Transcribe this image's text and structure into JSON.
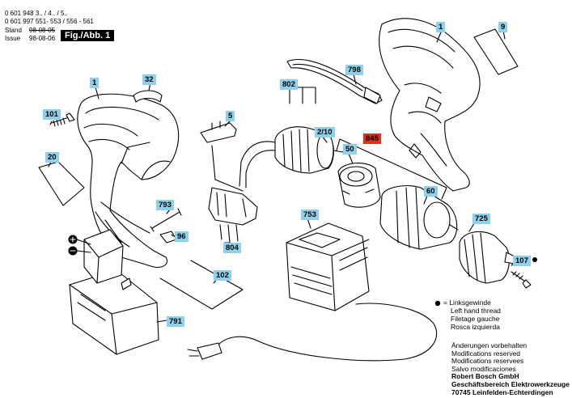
{
  "header": {
    "line1": "0 601 948 3.. / 4.. / 5..",
    "line2": "0 601 997 551- 553 / 556 - 561",
    "stand_label": "Stand",
    "stand_date": "98-08-05",
    "issue_label": "Issue",
    "issue_date": "98-08-06",
    "figure_label": "Fig./Abb. 1"
  },
  "callouts": {
    "c1_left": "1",
    "c1_right": "1",
    "c9": "9",
    "c32": "32",
    "c101": "101",
    "c5": "5",
    "c20": "20",
    "c798": "798",
    "c802": "802",
    "c2_10": "2/10",
    "c845": "845",
    "c50": "50",
    "c60": "60",
    "c793": "793",
    "c96": "96",
    "c804": "804",
    "c753": "753",
    "c725": "725",
    "c107": "107",
    "c102": "102",
    "c791": "791"
  },
  "legend": {
    "line1": "= Linksgewinde",
    "line2": "Left hand thread",
    "line3": "Filetage gauche",
    "line4": "Rosca izquierda"
  },
  "notes": {
    "line1": "Änderungen vorbehalten",
    "line2": "Modifications reserved",
    "line3": "Modifications reservees",
    "line4": "Salvo modificaciones",
    "line5": "Robert Bosch GmbH",
    "line6": "Geschäftsbereich Elektrowerkzeuge",
    "line7": "70745 Leinfelden-Echterdingen"
  },
  "colors": {
    "callout_bg": "#8fd0ea",
    "callout_highlight": "#e03018"
  }
}
